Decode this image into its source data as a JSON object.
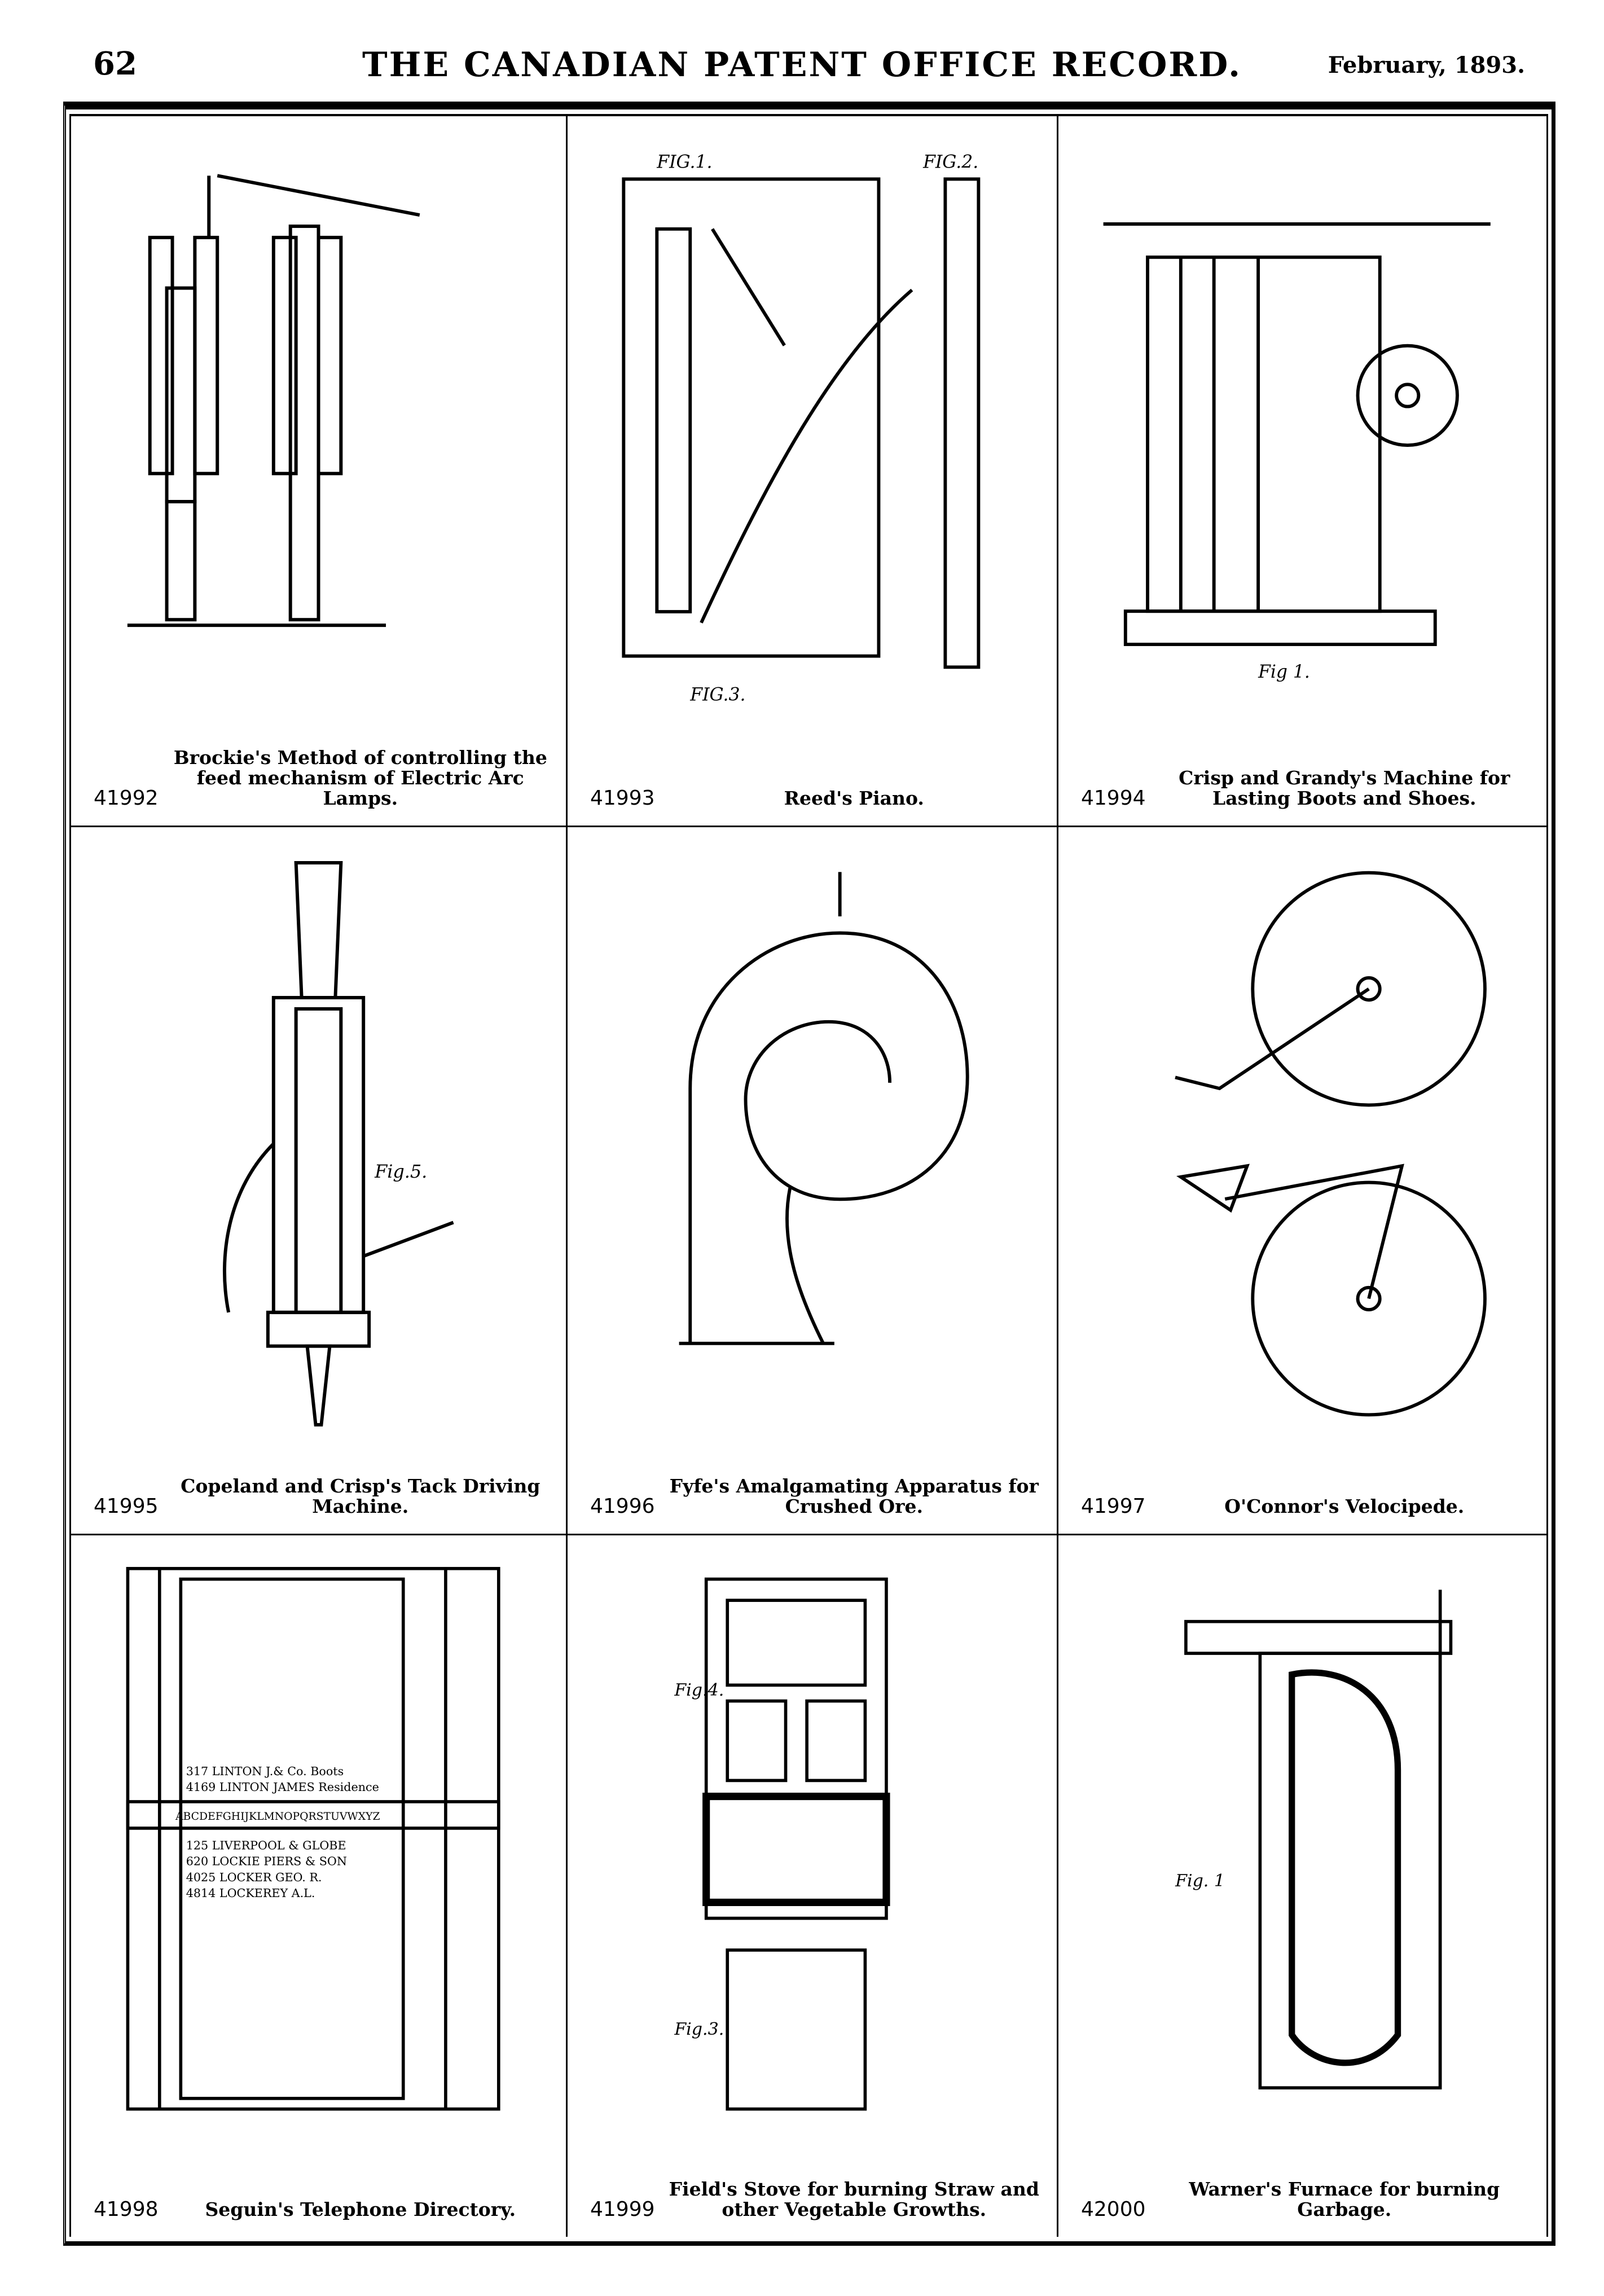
{
  "header": {
    "page_number": "62",
    "title": "THE CANADIAN PATENT OFFICE RECORD.",
    "date": "February, 1893."
  },
  "patents": [
    {
      "number": "41992",
      "title": "Brockie's Method of controlling the feed mechanism of Electric Arc Lamps.",
      "figure": "arc-lamp-feed-mechanism"
    },
    {
      "number": "41993",
      "title": "Reed's Piano.",
      "figure": "piano-frame"
    },
    {
      "number": "41994",
      "title": "Crisp and Grandy's Machine for Lasting Boots and Shoes.",
      "figure": "lasting-machine"
    },
    {
      "number": "41995",
      "title": "Copeland and Crisp's Tack Driving Machine.",
      "figure": "tack-driver"
    },
    {
      "number": "41996",
      "title": "Fyfe's Amalgamating Apparatus for Crushed Ore.",
      "figure": "amalgamator-spiral"
    },
    {
      "number": "41997",
      "title": "O'Connor's Velocipede.",
      "figure": "velocipede"
    },
    {
      "number": "41998",
      "title": "Seguin's Telephone Directory.",
      "figure": "telephone-directory"
    },
    {
      "number": "41999",
      "title": "Field's Stove for burning Straw and other Vegetable Growths.",
      "figure": "straw-stove"
    },
    {
      "number": "42000",
      "title": "Warner's Furnace for burning Garbage.",
      "figure": "garbage-furnace"
    }
  ],
  "figure_labels": {
    "piano": [
      "FIG.1.",
      "FIG.2.",
      "FIG.3."
    ],
    "tack": "Fig.5.",
    "lasting": "Fig 1.",
    "directory": [
      "317 LINTON J.& Co. Boots",
      "4169 LINTON JAMES Residence",
      "ABCDEFGHIJKLMNOPQRSTUVWXYZ",
      "125 LIVERPOOL & GLOBE",
      "620 LOCKIE PIERS & SON",
      "4025 LOCKER GEO. R.",
      "4814 LOCKEREY A.L."
    ],
    "stove": [
      "Fig.4.",
      "Fig.3."
    ],
    "furnace": "Fig. 1"
  }
}
